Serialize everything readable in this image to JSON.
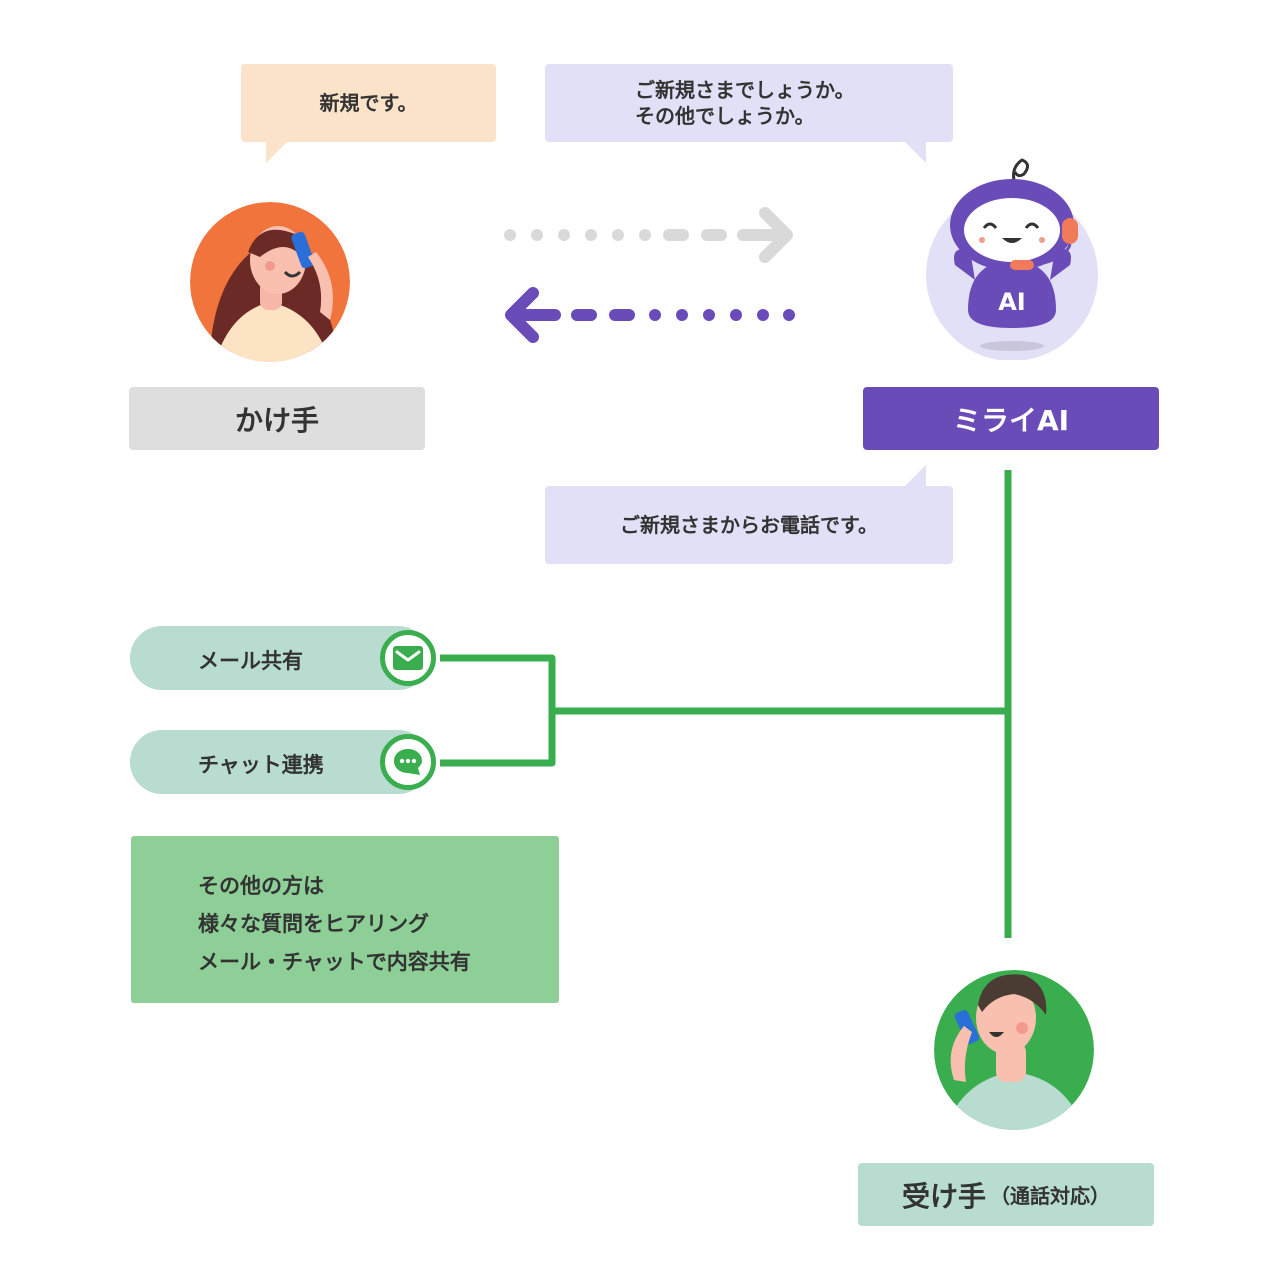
{
  "bubbles": {
    "caller_says": "新規です。",
    "ai_asks": "ご新規さまでしょうか。\nその他でしょうか。",
    "ai_reports": "ご新規さまからお電話です。"
  },
  "roles": {
    "caller": "かけ手",
    "ai": "ミライAI",
    "ai_badge": "AI",
    "receiver": "受け手",
    "receiver_note": "（通話対応）"
  },
  "channels": [
    {
      "label": "メール共有",
      "icon": "envelope-icon"
    },
    {
      "label": "チャット連携",
      "icon": "chat-bubble-icon"
    }
  ],
  "info_box": {
    "lines": [
      "その他の方は",
      "様々な質問をヒアリング",
      "メール・チャットで内容共有"
    ]
  },
  "colors": {
    "caller_bubble": "#fae3c8",
    "ai_bubble": "#e2e0f6",
    "ai_purple": "#6a4cb8",
    "connector_green": "#3aad4f",
    "pill_bg": "#b8dcd0",
    "info_bg": "#8dcf97",
    "caller_label_bg": "#dedede",
    "receiver_label_bg": "#b8dcd0"
  }
}
